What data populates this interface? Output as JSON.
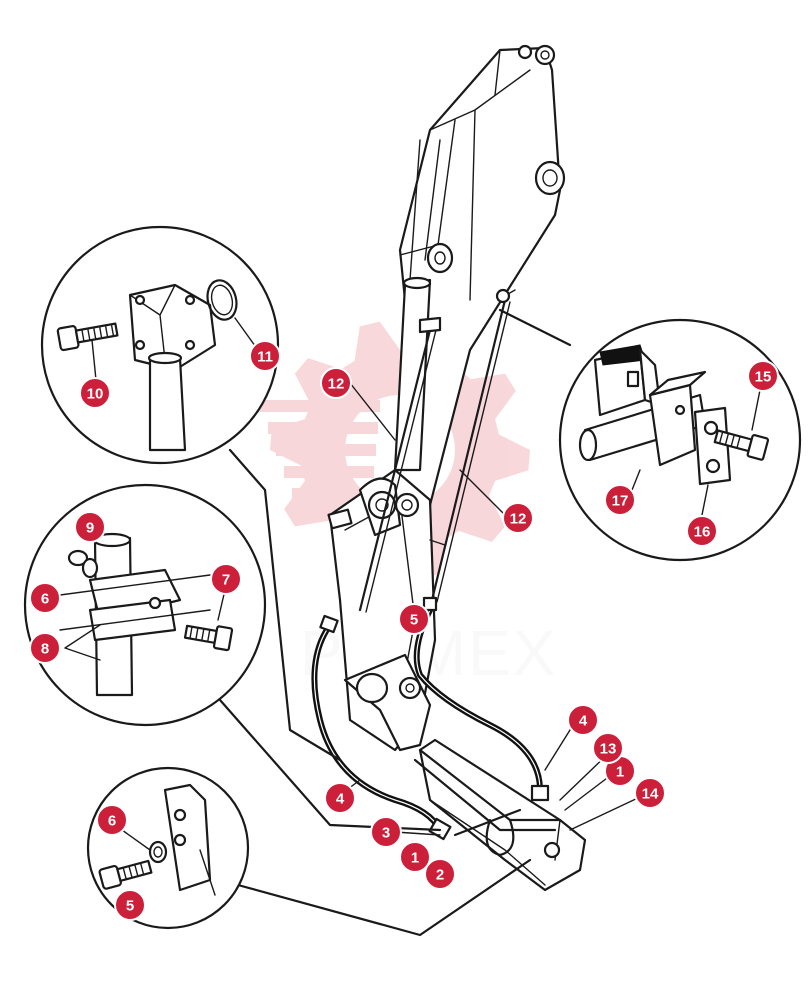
{
  "diagram": {
    "callout_color": "#cc1f3a",
    "watermark_color": "#e8737f",
    "watermark_text": "PRIMEX",
    "callouts": [
      {
        "id": "c-1a",
        "label": "1"
      },
      {
        "id": "c-1b",
        "label": "1"
      },
      {
        "id": "c-2",
        "label": "2"
      },
      {
        "id": "c-3",
        "label": "3"
      },
      {
        "id": "c-4a",
        "label": "4"
      },
      {
        "id": "c-4b",
        "label": "4"
      },
      {
        "id": "c-5a",
        "label": "5"
      },
      {
        "id": "c-5b",
        "label": "5"
      },
      {
        "id": "c-6a",
        "label": "6"
      },
      {
        "id": "c-6b",
        "label": "6"
      },
      {
        "id": "c-7",
        "label": "7"
      },
      {
        "id": "c-8",
        "label": "8"
      },
      {
        "id": "c-9",
        "label": "9"
      },
      {
        "id": "c-10",
        "label": "10"
      },
      {
        "id": "c-11",
        "label": "11"
      },
      {
        "id": "c-12a",
        "label": "12"
      },
      {
        "id": "c-12b",
        "label": "12"
      },
      {
        "id": "c-13",
        "label": "13"
      },
      {
        "id": "c-14",
        "label": "14"
      },
      {
        "id": "c-15",
        "label": "15"
      },
      {
        "id": "c-16",
        "label": "16"
      },
      {
        "id": "c-17",
        "label": "17"
      }
    ]
  }
}
